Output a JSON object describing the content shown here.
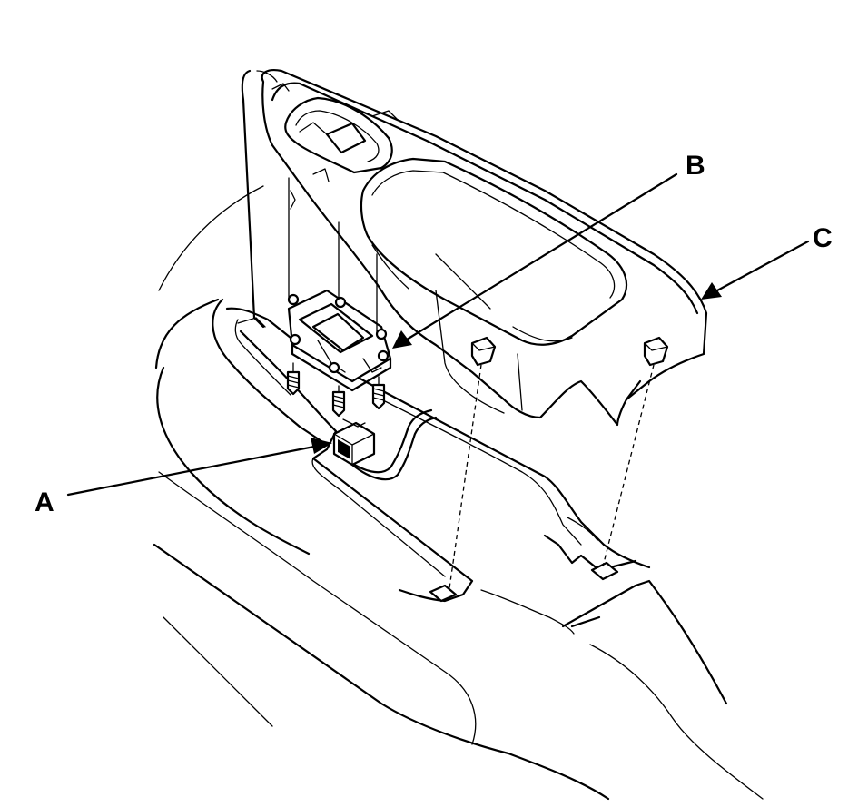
{
  "callouts": {
    "a": "A",
    "b": "B",
    "c": "C"
  },
  "parts": {
    "a": "connector",
    "b": "switch",
    "c": "trim-panel"
  }
}
